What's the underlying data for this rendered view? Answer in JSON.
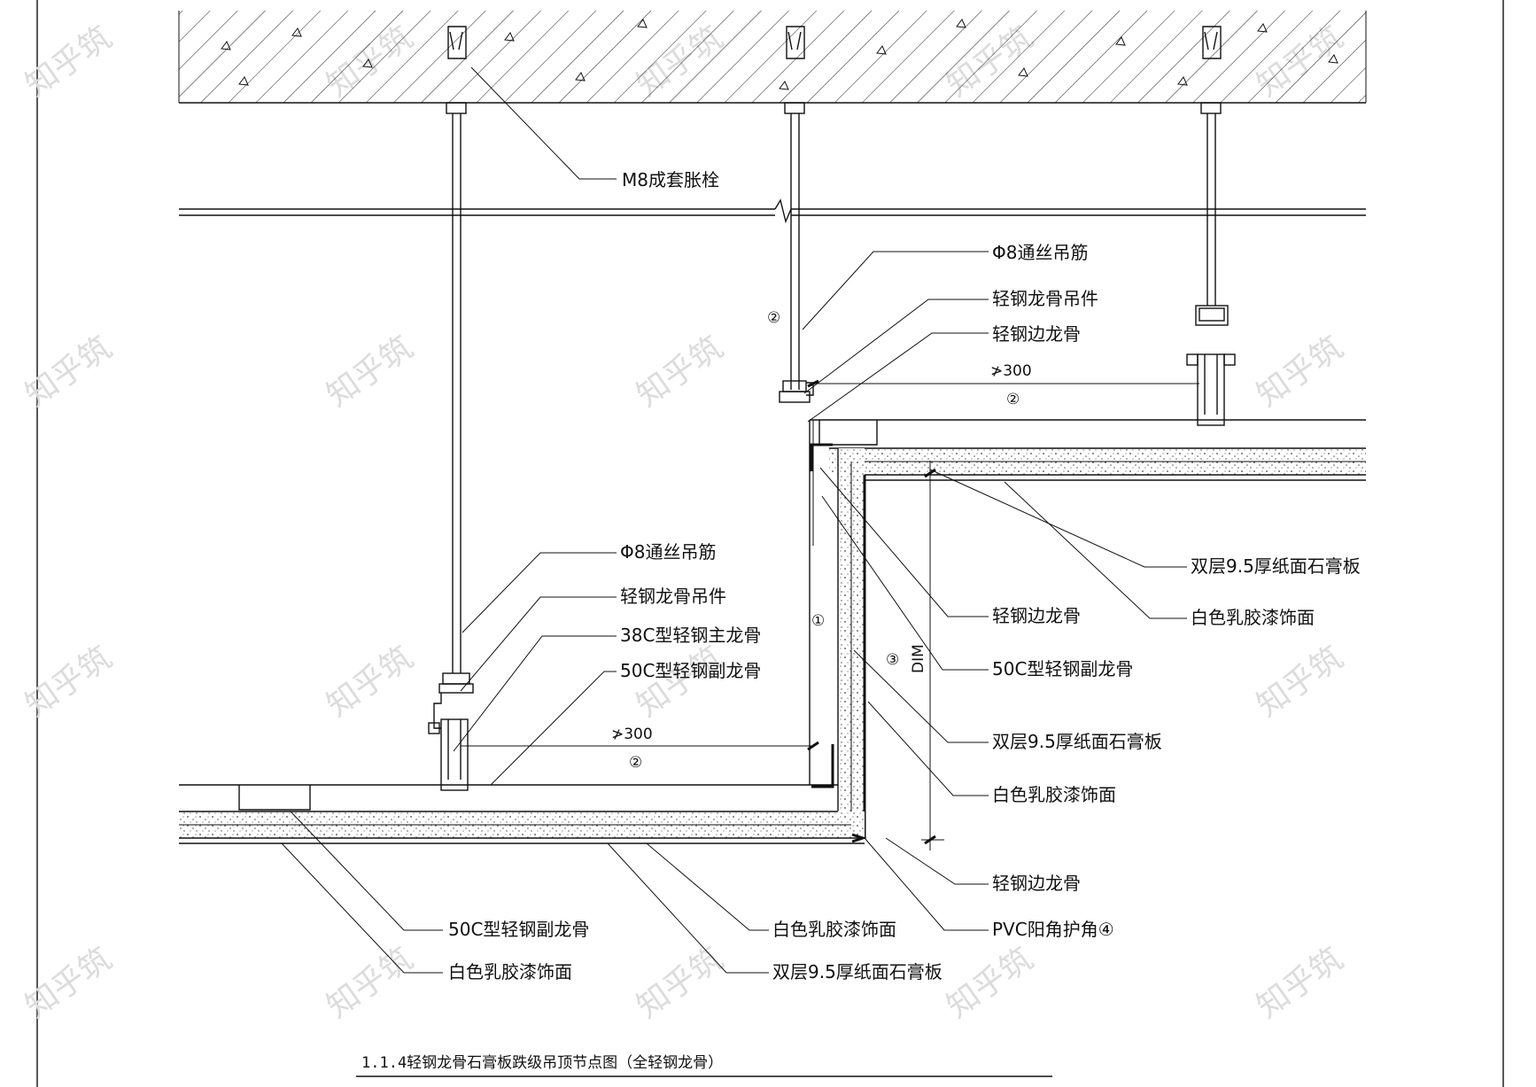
{
  "title": "1.1.4轻钢龙骨石膏板跌级吊顶节点图（全轻钢龙骨）",
  "watermark": "知乎筑",
  "labels": {
    "anchor_bolt": "M8成套胀栓",
    "rod_top": "Φ8通丝吊筋",
    "hanger_top": "轻钢龙骨吊件",
    "edge_top": "轻钢边龙骨",
    "rod_left": "Φ8通丝吊筋",
    "hanger_left": "轻钢龙骨吊件",
    "main_38c": "38C型轻钢主龙骨",
    "sub_50c_left": "50C型轻钢副龙骨",
    "board_right_top": "双层9.5厚纸面石膏板",
    "paint_right_top": "白色乳胶漆饰面",
    "edge_mid": "轻钢边龙骨",
    "sub_50c_mid": "50C型轻钢副龙骨",
    "board_mid": "双层9.5厚纸面石膏板",
    "paint_mid": "白色乳胶漆饰面",
    "edge_bottom": "轻钢边龙骨",
    "pvc_corner": "PVC阳角护角④",
    "sub_50c_bottom": "50C型轻钢副龙骨",
    "paint_bottom_left": "白色乳胶漆饰面",
    "paint_bottom_mid": "白色乳胶漆饰面",
    "board_bottom": "双层9.5厚纸面石膏板"
  },
  "dimensions": {
    "spacing_top": "≯300",
    "spacing_bottom": "≯300",
    "drop_height": "DIM"
  },
  "markers": {
    "m1": "①",
    "m2_top_rod": "②",
    "m2_top_span": "②",
    "m2_bottom_span": "②",
    "m3": "③"
  },
  "colors": {
    "line": "#111111",
    "watermark": "#dcdcdc",
    "background": "#ffffff"
  }
}
